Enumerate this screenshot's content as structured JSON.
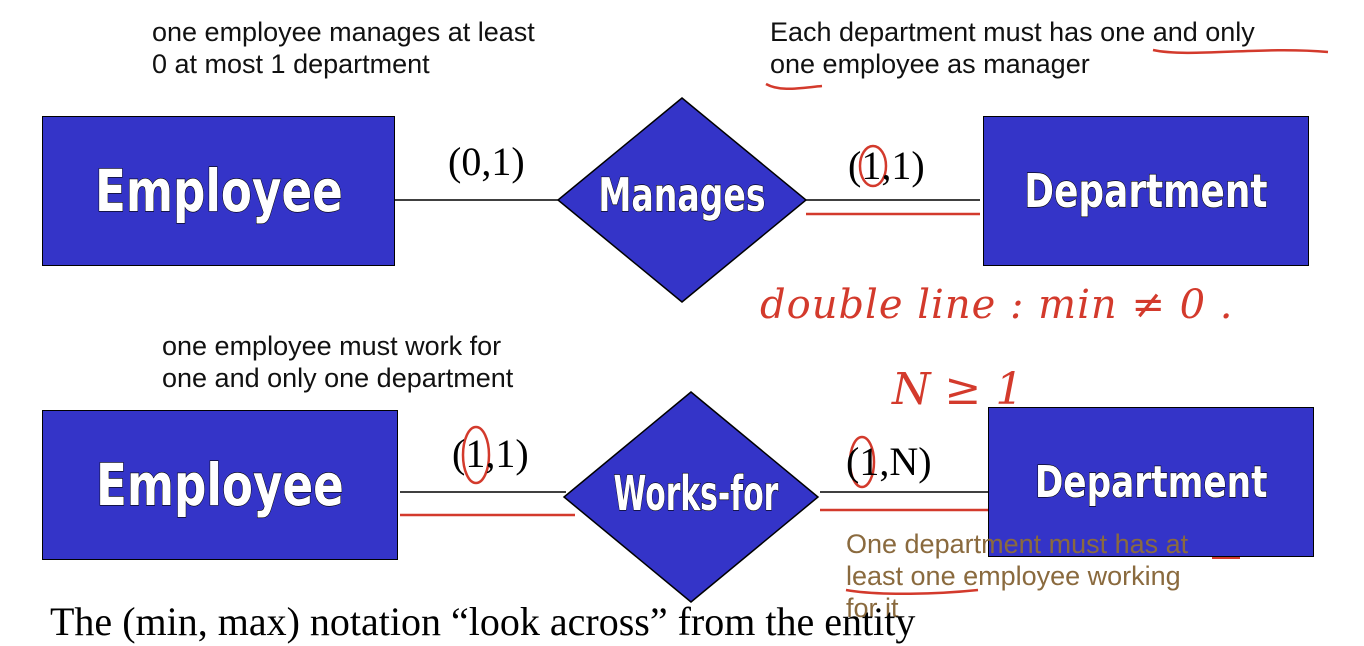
{
  "notes": {
    "manages_employee": [
      "one employee manages at least",
      "0 at most 1 department"
    ],
    "manages_department": [
      "Each department must has one and only",
      "one employee as manager"
    ],
    "works_employee": [
      "one employee must work for",
      "one and only one department"
    ],
    "works_department": [
      "One department must has at",
      "least one employee working",
      "for it"
    ]
  },
  "entities": {
    "employee_top": "Employee",
    "department_top": "Department",
    "employee_bottom": "Employee",
    "department_bottom": "Department"
  },
  "relationships": {
    "manages": "Manages",
    "works_for": "Works-for"
  },
  "cardinalities": {
    "manages_employee": "(0,1)",
    "manages_department": "(1,1)",
    "works_employee": "(1,1)",
    "works_department": "(1,N)"
  },
  "handwriting": {
    "double_line": "double line :  min ≠ 0 .",
    "n_ge_1": "N ≥ 1"
  },
  "bottom_text": "The (min, max) notation “look across” from the entity",
  "colors": {
    "entity_fill": "#3434c8",
    "annotation_red": "#d33a2c",
    "note_brown": "#8a6a3e"
  }
}
